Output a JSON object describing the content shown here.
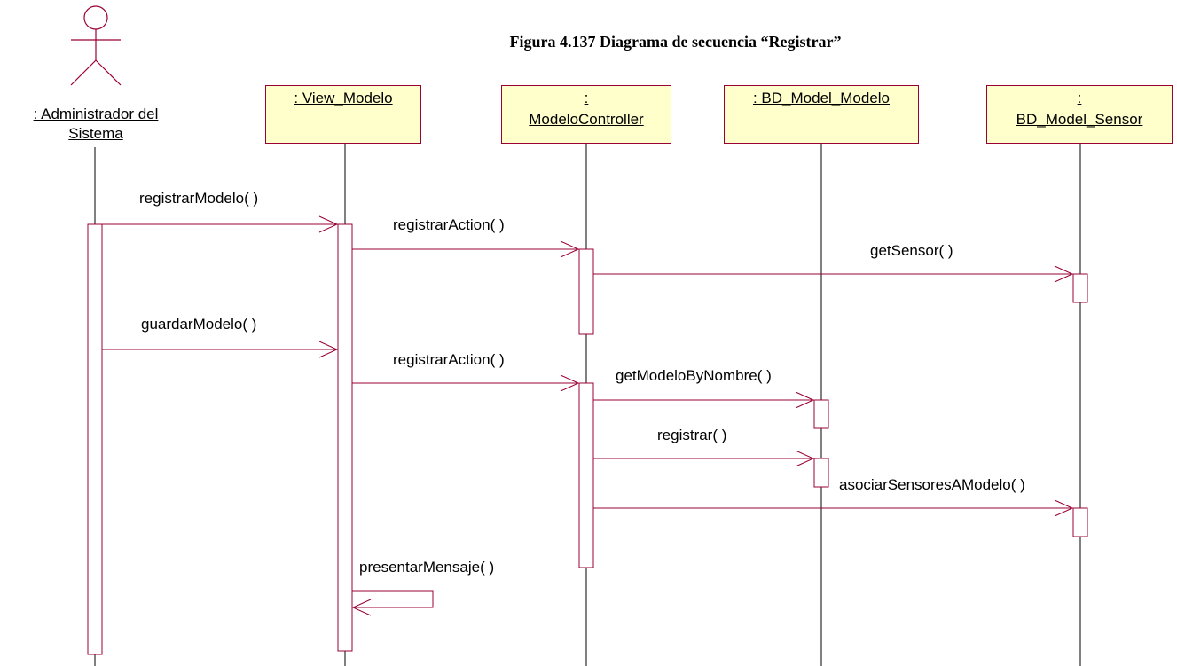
{
  "title": "Figura 4.137 Diagrama de secuencia “Registrar”",
  "colors": {
    "object_fill": "#ffffcc",
    "line": "#990033",
    "lifeline": "#000000"
  },
  "actor": {
    "icon": "stick-figure-icon",
    "label_line1": ": Administrador del",
    "label_line2": "Sistema"
  },
  "objects": {
    "view_modelo": {
      "label": ": View_Modelo"
    },
    "modelo_controller": {
      "label_line1": ":",
      "label_line2": "ModeloController"
    },
    "bd_model_modelo": {
      "label": ": BD_Model_Modelo"
    },
    "bd_model_sensor": {
      "label_line1": ":",
      "label_line2": "BD_Model_Sensor"
    }
  },
  "messages": [
    {
      "label": "registrarModelo( )",
      "from": "Administrador del Sistema",
      "to": "View_Modelo"
    },
    {
      "label": "registrarAction( )",
      "from": "View_Modelo",
      "to": "ModeloController"
    },
    {
      "label": "getSensor( )",
      "from": "ModeloController",
      "to": "BD_Model_Sensor"
    },
    {
      "label": "guardarModelo( )",
      "from": "Administrador del Sistema",
      "to": "View_Modelo"
    },
    {
      "label": "registrarAction( )",
      "from": "View_Modelo",
      "to": "ModeloController"
    },
    {
      "label": "getModeloByNombre( )",
      "from": "ModeloController",
      "to": "BD_Model_Modelo"
    },
    {
      "label": "registrar( )",
      "from": "ModeloController",
      "to": "BD_Model_Modelo"
    },
    {
      "label": "asociarSensoresAModelo( )",
      "from": "ModeloController",
      "to": "BD_Model_Sensor"
    },
    {
      "label": "presentarMensaje( )",
      "from": "View_Modelo",
      "to": "View_Modelo"
    }
  ]
}
